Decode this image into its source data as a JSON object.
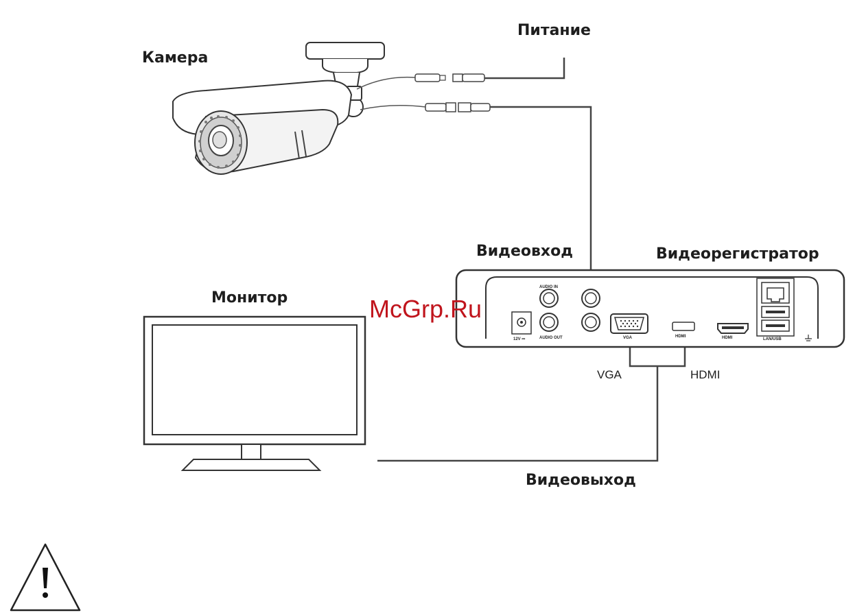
{
  "labels": {
    "camera": "Камера",
    "power": "Питание",
    "video_in": "Видеовход",
    "dvr": "Видеорегистратор",
    "monitor": "Монитор",
    "video_out": "Видеовыход",
    "vga": "VGA",
    "hdmi": "HDMI"
  },
  "dvr_panel": {
    "audio_in": "AUDIO IN",
    "audio_out": "AUDIO OUT",
    "power_dc": "12V ⎓",
    "vga_port": "VGA",
    "hdmi_port": "HDMI",
    "lan_usb": "LAN/USB"
  },
  "watermark": "McGrp.Ru",
  "icons": {
    "warning": "warning-triangle-icon"
  }
}
